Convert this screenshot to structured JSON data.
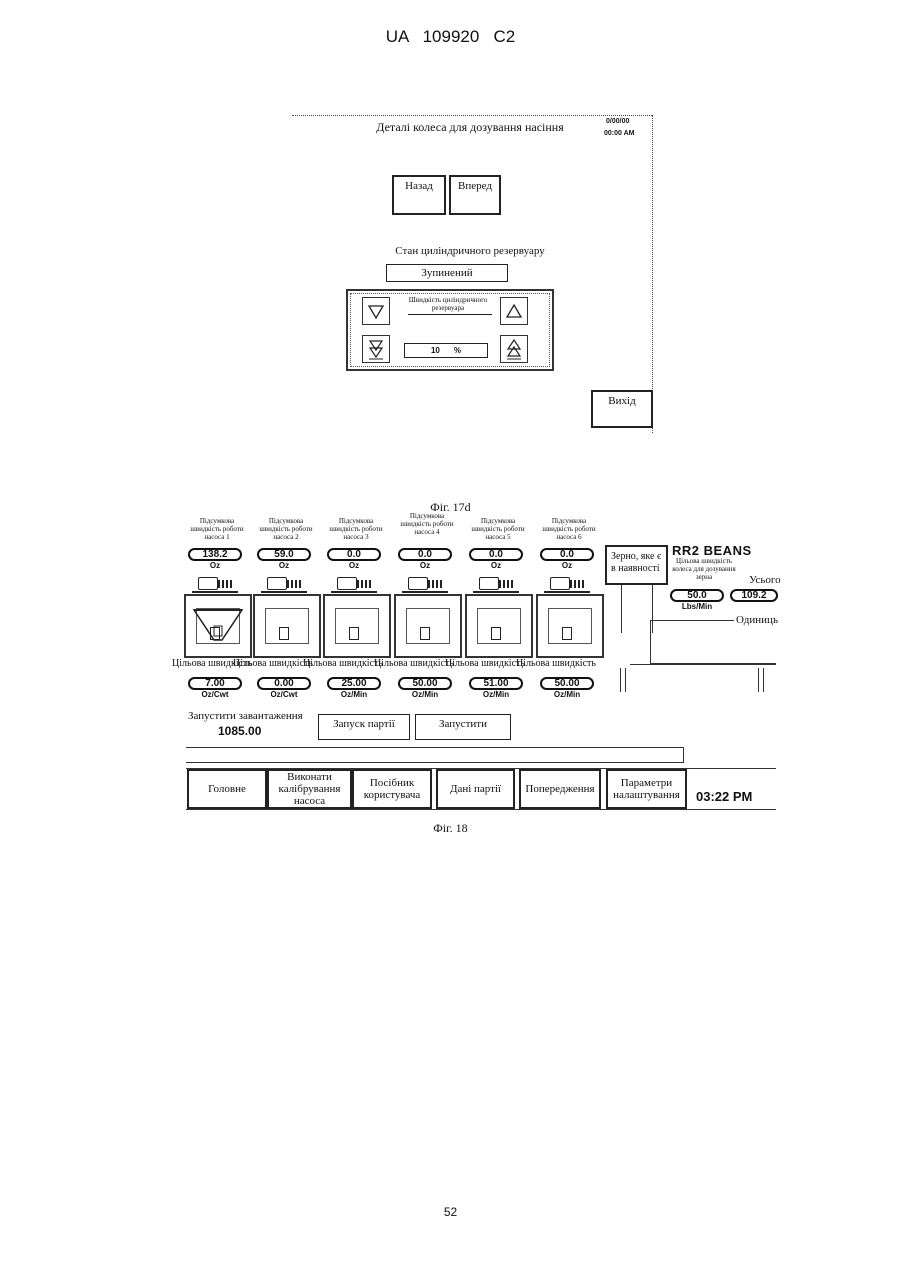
{
  "page_header": {
    "publication": "UA   109920   C2"
  },
  "fig17d": {
    "title": "Деталі колеса для дозування насіння",
    "corner_top": "0/00/00",
    "corner_bottom": "00:00 AM",
    "back_button": "Назад",
    "forward_button": "Вперед",
    "tank_status_label": "Стан циліндричного резервуару",
    "tank_status_value": "Зупинений",
    "speed_label": "Швидкість циліндричного резервуара",
    "speed_value": "10",
    "speed_unit": "%",
    "exit_button": "Вихід",
    "caption": "Фіг. 17d"
  },
  "fig18": {
    "pumps": [
      {
        "summary": "Підсумкова швидкість роботи насоса 1",
        "rate": "138.2",
        "rate_unit": "Oz",
        "target_label": "Цільова швидкість",
        "target": "7.00",
        "target_unit": "Oz/Cwt"
      },
      {
        "summary": "Підсумкова швидкість роботи насоса 2",
        "rate": "59.0",
        "rate_unit": "Oz",
        "target_label": "Цільова швидкість",
        "target": "0.00",
        "target_unit": "Oz/Cwt"
      },
      {
        "summary": "Підсумкова швидкість роботи насоса 3",
        "rate": "0.0",
        "rate_unit": "Oz",
        "target_label": "Цільова швидкість",
        "target": "25.00",
        "target_unit": "Oz/Min"
      },
      {
        "summary": "Підсумкова швидкість роботи насоса 4",
        "rate": "0.0",
        "rate_unit": "Oz",
        "target_label": "Цільова швидкість",
        "target": "50.00",
        "target_unit": "Oz/Min"
      },
      {
        "summary": "Підсумкова швидкість роботи насоса 5",
        "rate": "0.0",
        "rate_unit": "Oz",
        "target_label": "Цільова швидкість",
        "target": "51.00",
        "target_unit": "Oz/Min"
      },
      {
        "summary": "Підсумкова швидкість роботи насоса 6",
        "rate": "0.0",
        "rate_unit": "Oz",
        "target_label": "Цільова швидкість",
        "target": "50.00",
        "target_unit": "Oz/Min"
      }
    ],
    "grain_available": "Зерно, яке є в наявності",
    "product_name": "RR2 BEANS",
    "wheel_speed_label": "Цільова швидкість колеса для дозування зерна",
    "wheel_speed_value": "50.0",
    "wheel_speed_unit": "Lbs/Min",
    "total_label": "Усього",
    "total_value": "109.2",
    "units_label": "Одиниць",
    "start_loading_label": "Запустити завантаження",
    "start_loading_value": "1085.00",
    "batch_start_button": "Запуск партії",
    "start_button": "Запустити",
    "nav": [
      {
        "label": "Головне"
      },
      {
        "label": "Виконати калібрування насоса"
      },
      {
        "label": "Посібник користувача"
      },
      {
        "label": "Дані партії"
      },
      {
        "label": "Попередження"
      },
      {
        "label": "Параметри налаштування"
      }
    ],
    "clock": "03:22 PM",
    "caption": "Фіг. 18"
  },
  "page_number": "52"
}
